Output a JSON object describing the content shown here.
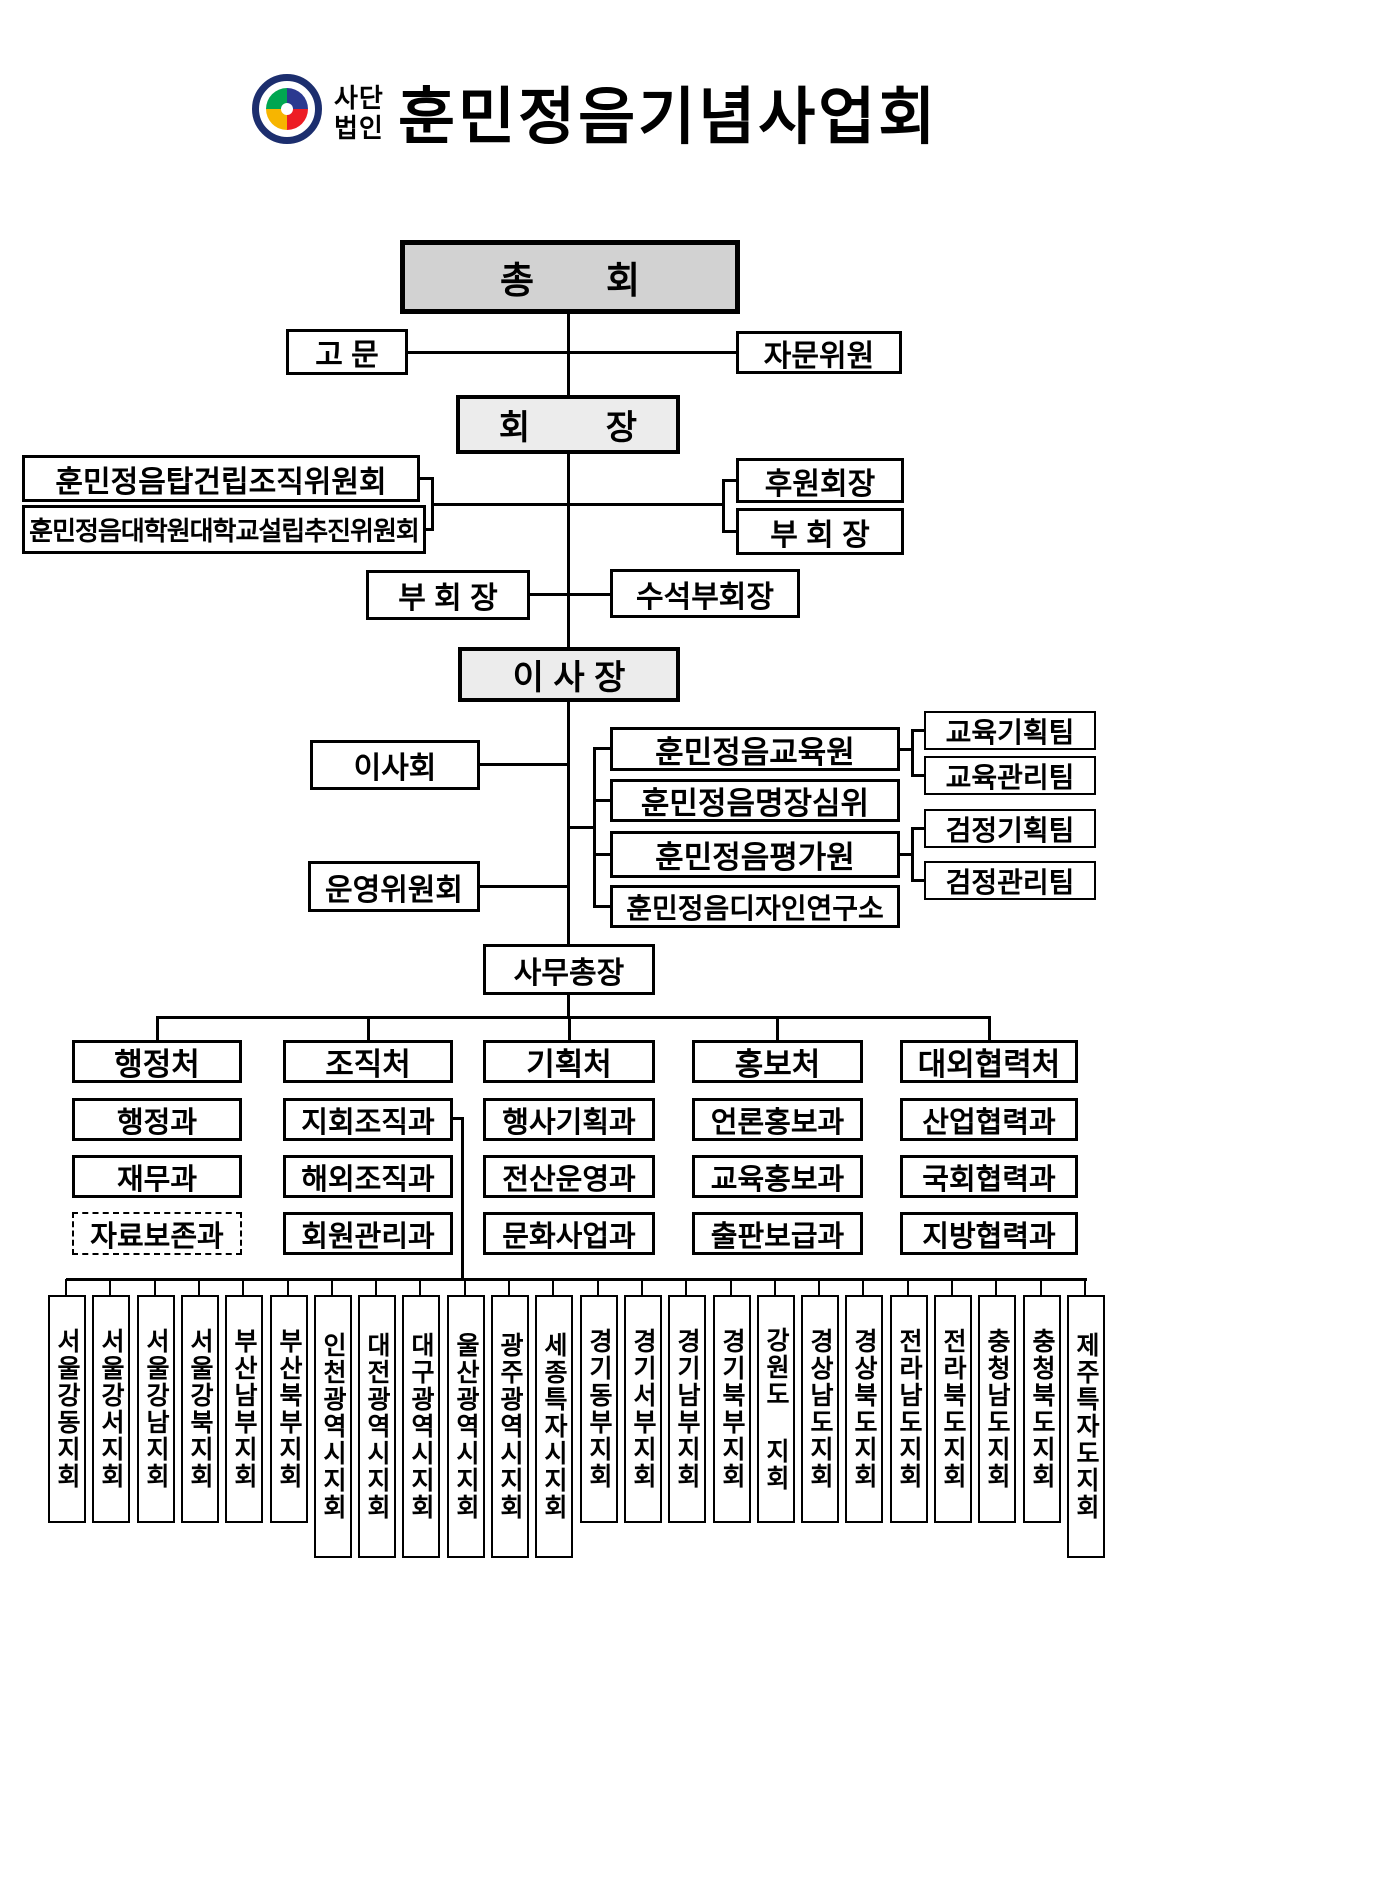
{
  "header": {
    "org_type_line1": "사단",
    "org_type_line2": "법인",
    "title": "훈민정음기념사업회",
    "logo": "emblem-icon"
  },
  "top": {
    "general_assembly": "총       회",
    "advisor": "고 문",
    "advisory_committee": "자문위원",
    "president": "회        장",
    "left_committees": [
      "훈민정음탑건립조직위원회",
      "훈민정음대학원대학교설립추진위원회"
    ],
    "sponsor_chair": "후원회장",
    "vice_chair_right": "부 회 장",
    "vice_chair": "부 회 장",
    "senior_vice_chair": "수석부회장",
    "chairman": "이 사 장",
    "board": "이사회",
    "steering_committee": "운영위원회",
    "institutes": [
      "훈민정음교육원",
      "훈민정음명장심위",
      "훈민정음평가원",
      "훈민정음디자인연구소"
    ],
    "teams": [
      "교육기획팀",
      "교육관리팀",
      "검정기획팀",
      "검정관리팀"
    ],
    "secretary_general": "사무총장"
  },
  "departments": [
    {
      "name": "행정처",
      "divisions": [
        "행정과",
        "재무과",
        "자료보존과"
      ]
    },
    {
      "name": "조직처",
      "divisions": [
        "지회조직과",
        "해외조직과",
        "회원관리과"
      ]
    },
    {
      "name": "기획처",
      "divisions": [
        "행사기획과",
        "전산운영과",
        "문화사업과"
      ]
    },
    {
      "name": "홍보처",
      "divisions": [
        "언론홍보과",
        "교육홍보과",
        "출판보급과"
      ]
    },
    {
      "name": "대외협력처",
      "divisions": [
        "산업협력과",
        "국회협력과",
        "지방협력과"
      ]
    }
  ],
  "chapters": [
    "서울강동지회",
    "서울강서지회",
    "서울강남지회",
    "서울강북지회",
    "부산남부지회",
    "부산북부지회",
    "인천광역시지회",
    "대전광역시지회",
    "대구광역시지회",
    "울산광역시지회",
    "광주광역시지회",
    "세종특자시지회",
    "경기동부지회",
    "경기서부지회",
    "경기남부지회",
    "경기북부지회",
    "강원도 지회",
    "경상남도지회",
    "경상북도지회",
    "전라남도지회",
    "전라북도지회",
    "충청남도지회",
    "충청북도지회",
    "제주특자도지회"
  ],
  "colors": {
    "line": "#000000",
    "assembly_fill": "#d2d2d2",
    "chair_fill": "#ececec",
    "emblem_navy": "#1c2e6e"
  }
}
